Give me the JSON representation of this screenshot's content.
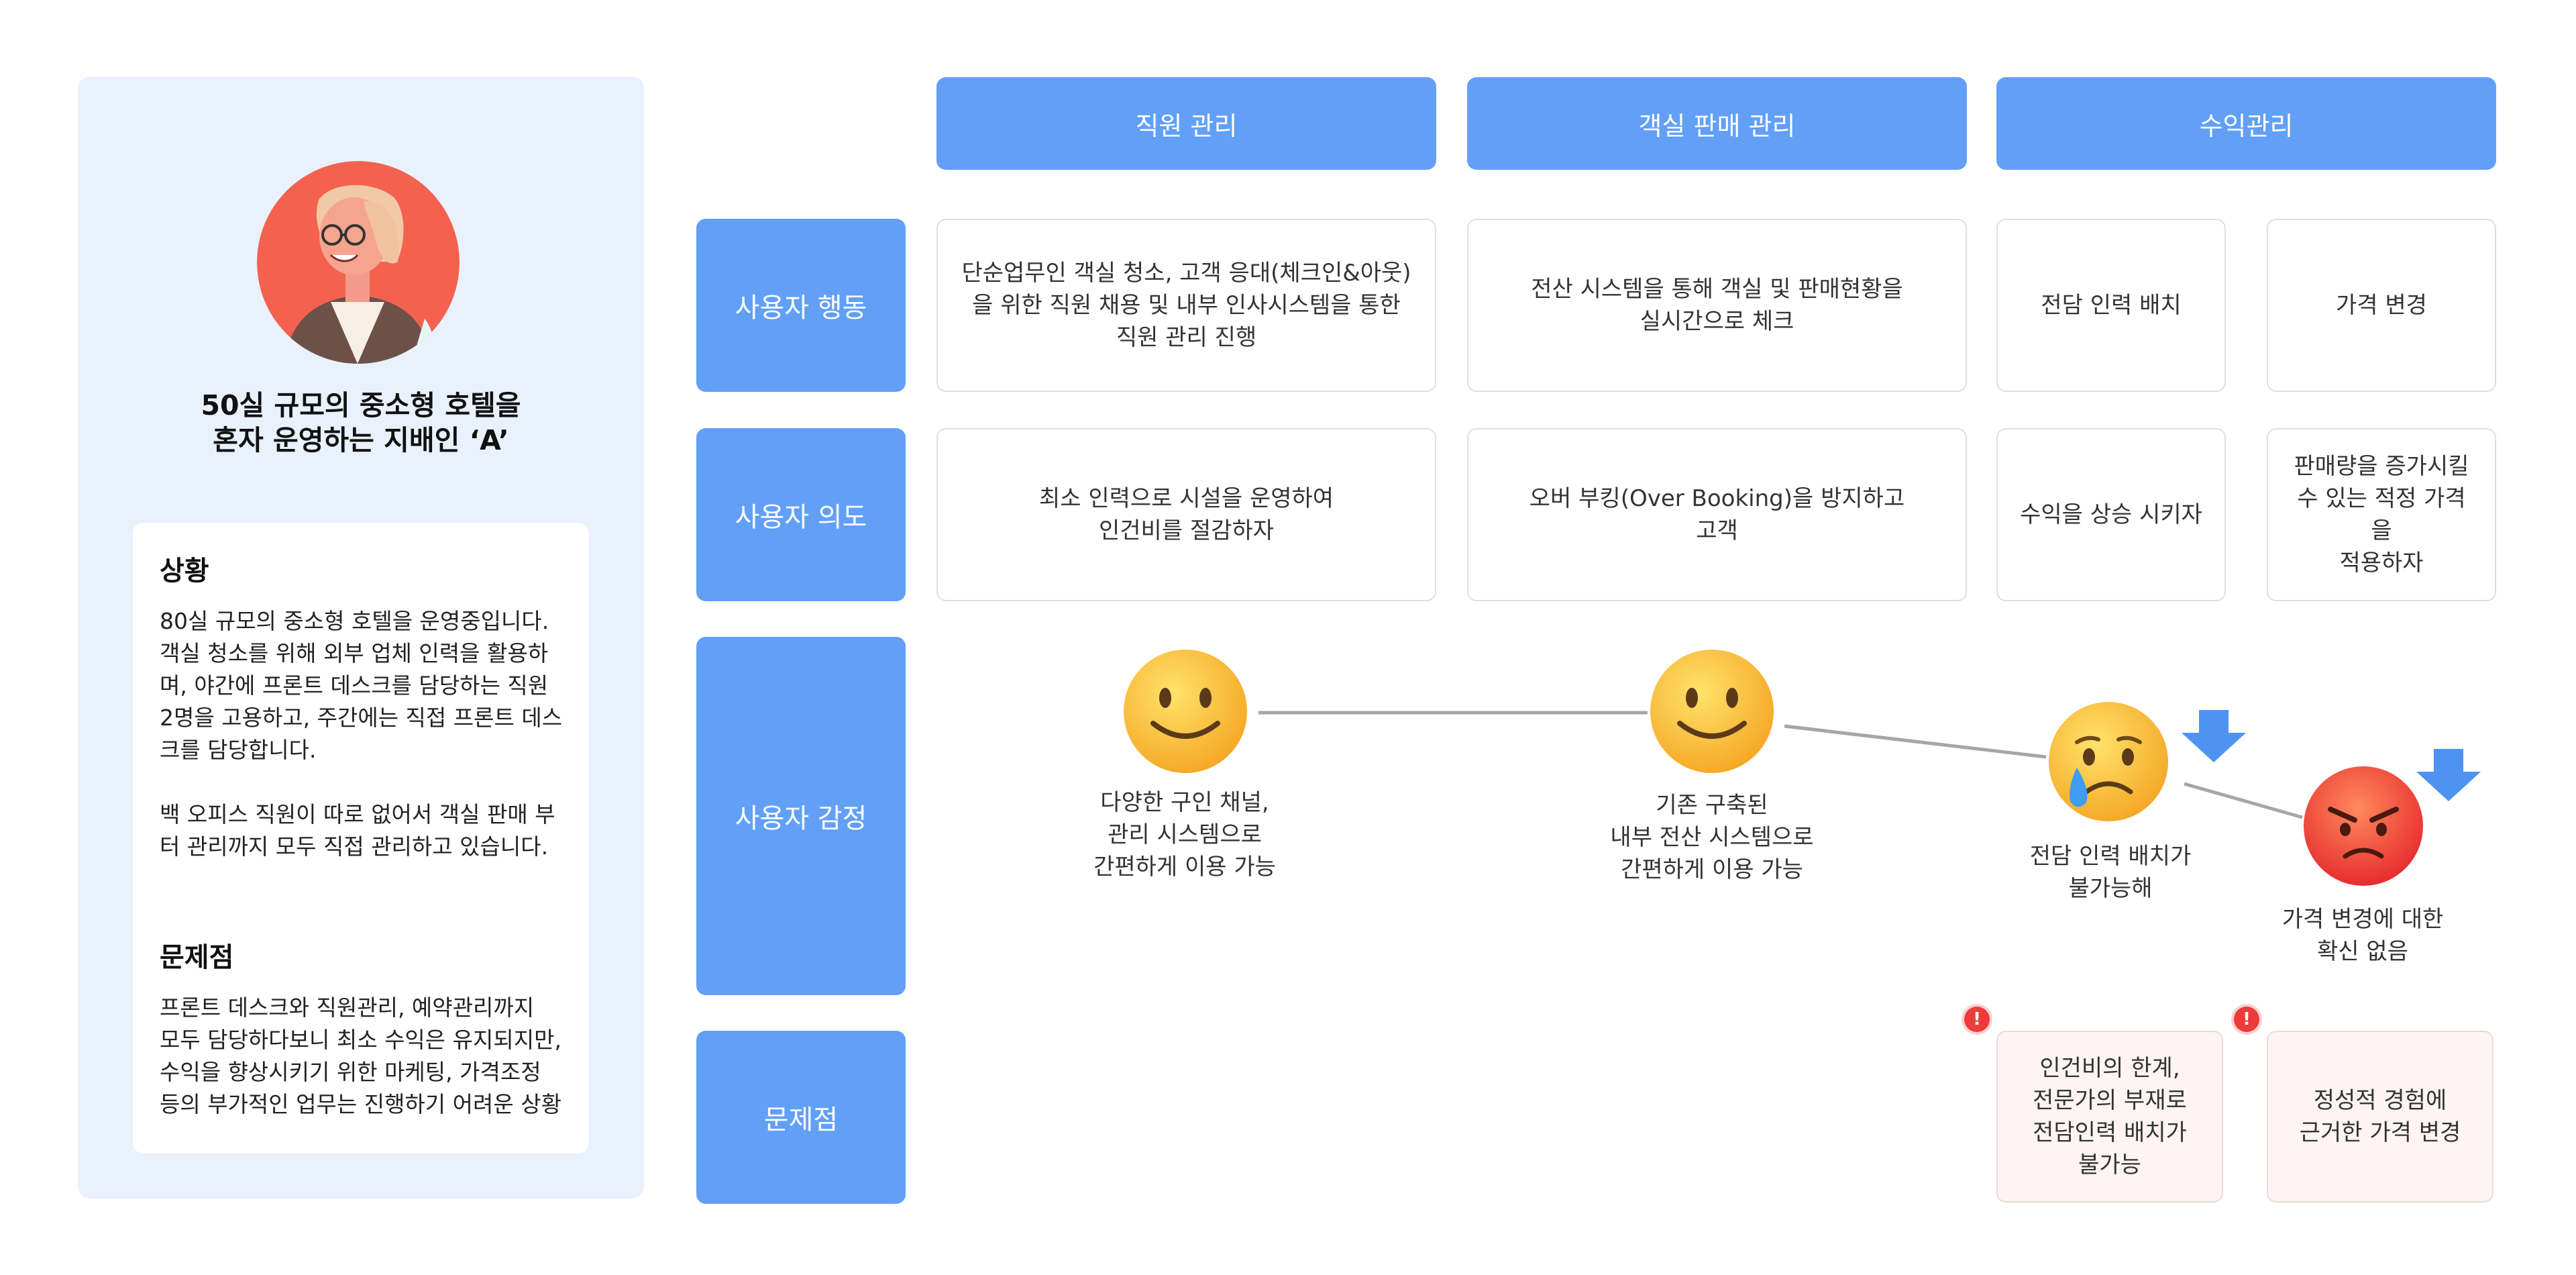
{
  "persona": {
    "title": "50실 규모의 중소형 호텔을\n혼자 운영하는 지배인 ‘A’",
    "situation_heading": "상황",
    "situation_text": "80실 규모의 중소형 호텔을 운영중입니다.\n객실 청소를 위해 외부 업체 인력을 활용하\n며, 야간에 프론트 데스크를 담당하는 직원\n2명을 고용하고, 주간에는 직접 프론트 데스\n크를 담당합니다.\n\n백 오피스 직원이 따로 없어서 객실 판매 부\n터 관리까지 모두 직접 관리하고 있습니다.",
    "problem_heading": "문제점",
    "problem_text": "프론트 데스크와 직원관리, 예약관리까지\n모두 담당하다보니 최소 수익은 유지되지만,\n수익을 향상시키기 위한 마케팅, 가격조정\n등의 부가적인 업무는 진행하기 어려운 상황"
  },
  "columns": [
    "직원 관리",
    "객실 판매 관리",
    "수익관리"
  ],
  "rows": {
    "action_label": "사용자 행동",
    "intent_label": "사용자 의도",
    "emotion_label": "사용자 감정",
    "problem_label": "문제점"
  },
  "actions": [
    "단순업무인 객실 청소, 고객 응대(체크인&아웃)\n을 위한 직원 채용 및 내부 인사시스템을 통한\n직원 관리 진행",
    "전산 시스템을 통해 객실 및 판매현황을\n실시간으로 체크",
    "전담 인력 배치",
    "가격 변경"
  ],
  "intents": [
    "최소 인력으로 시설을 운영하여\n인건비를 절감하자",
    "오버 부킹(Over Booking)을 방지하고\n고객",
    "수익을 상승 시키자",
    "판매량을 증가시킬\n수 있는 적정 가격을\n적용하자"
  ],
  "emotions": [
    {
      "emoji": "smile-emoji",
      "caption": "다양한 구인 채널,\n관리 시스템으로\n간편하게 이용 가능"
    },
    {
      "emoji": "smile-emoji",
      "caption": "기존 구축된\n내부 전산 시스템으로\n간편하게 이용 가능"
    },
    {
      "emoji": "crying-emoji",
      "caption": "전담 인력 배치가\n불가능해"
    },
    {
      "emoji": "angry-emoji",
      "caption": "가격 변경에 대한\n확신 없음"
    }
  ],
  "problems": [
    "인건비의 한계,\n전문가의 부재로\n전담인력 배치가\n불가능",
    "정성적 경험에\n근거한 가격 변경"
  ],
  "alert_glyph": "!",
  "colors": {
    "accent": "#62a0f7",
    "panel": "#e9f1fd",
    "problem_bg": "#fdf4f3",
    "alert": "#ee3b3b"
  }
}
